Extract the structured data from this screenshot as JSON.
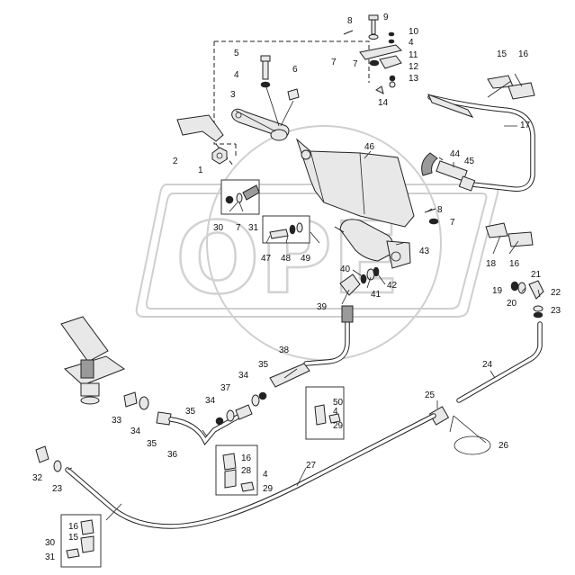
{
  "watermark": {
    "text": "OPE"
  },
  "callouts": {
    "c1": "1",
    "c2": "2",
    "c3": "3",
    "c4a": "4",
    "c5": "5",
    "c6": "6",
    "c7a": "7",
    "c8a": "8",
    "c9": "9",
    "c10": "10",
    "c4b": "4",
    "c11": "11",
    "c7b": "7",
    "c12": "12",
    "c13": "13",
    "c14": "14",
    "c15a": "15",
    "c16a": "16",
    "c17": "17",
    "c46": "46",
    "c44": "44",
    "c45": "45",
    "c8b": "8",
    "c7c": "7",
    "c30a": "30",
    "c7d": "7",
    "c31a": "31",
    "c47": "47",
    "c48": "48",
    "c49": "49",
    "c43": "43",
    "c18": "18",
    "c16b": "16",
    "c40": "40",
    "c42": "42",
    "c41": "41",
    "c39": "39",
    "c21": "21",
    "c19": "19",
    "c22": "22",
    "c20": "20",
    "c23a": "23",
    "c38": "38",
    "c24": "24",
    "c35a": "35",
    "c34a": "34",
    "c37": "37",
    "c34b": "34",
    "c35b": "35",
    "c33": "33",
    "c34c": "34",
    "c35c": "35",
    "c36": "36",
    "c50": "50",
    "c4c": "4",
    "c29a": "29",
    "c25": "25",
    "c26": "26",
    "c27": "27",
    "c16c": "16",
    "c28": "28",
    "c4d": "4",
    "c29b": "29",
    "c32": "32",
    "c23b": "23",
    "c16d": "16",
    "c15b": "15",
    "c30b": "30",
    "c31b": "31"
  }
}
